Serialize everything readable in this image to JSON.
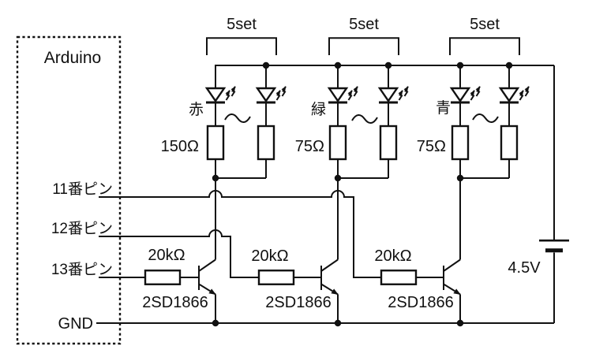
{
  "diagram": {
    "type": "circuit-schematic",
    "arduino": {
      "label": "Arduino"
    },
    "pins": [
      {
        "label": "11番ピン"
      },
      {
        "label": "12番ピン"
      },
      {
        "label": "13番ピン"
      }
    ],
    "gnd": {
      "label": "GND"
    },
    "led_groups": [
      {
        "set_label": "5set",
        "color_label": "赤",
        "resistor_label": "150Ω"
      },
      {
        "set_label": "5set",
        "color_label": "緑",
        "resistor_label": "75Ω"
      },
      {
        "set_label": "5set",
        "color_label": "青",
        "resistor_label": "75Ω"
      }
    ],
    "base_resistors": [
      {
        "label": "20kΩ"
      },
      {
        "label": "20kΩ"
      },
      {
        "label": "20kΩ"
      }
    ],
    "transistors": [
      {
        "label": "2SD1866"
      },
      {
        "label": "2SD1866"
      },
      {
        "label": "2SD1866"
      }
    ],
    "battery": {
      "label": "4.5V"
    },
    "colors": {
      "line": "#111111",
      "background": "#ffffff"
    }
  }
}
